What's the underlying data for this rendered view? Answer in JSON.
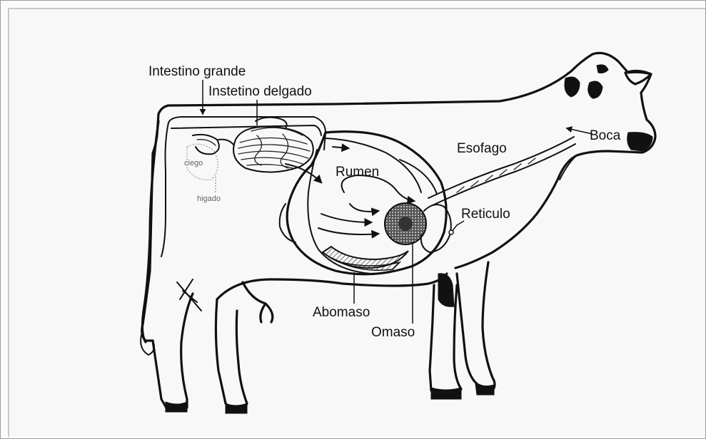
{
  "labels": {
    "intestino_grande": "Intestino grande",
    "intestino_delgado": "Instetino delgado",
    "rumen": "Rumen",
    "esofago": "Esofago",
    "boca": "Boca",
    "reticulo": "Reticulo",
    "abomaso": "Abomaso",
    "omaso": "Omaso",
    "faint_1": "ciego",
    "faint_2": "higado"
  }
}
